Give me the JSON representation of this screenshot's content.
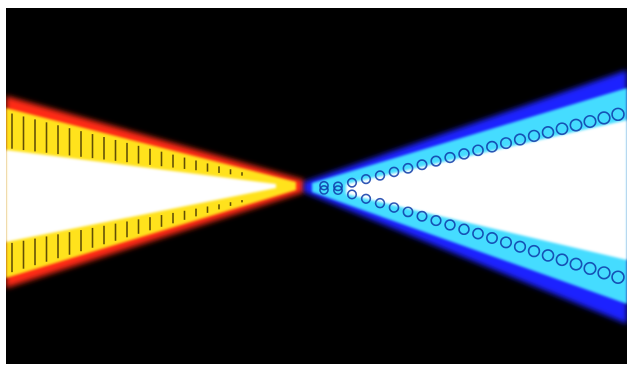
{
  "image": {
    "subject": "two-cone-light-beams",
    "background_color": "#000000",
    "frame_color": "#ffffff",
    "left_cone": {
      "core_color": "#ffffff",
      "band_color": "#ffe21a",
      "edge_color": "#ff2a14",
      "tick_color": "#3a2a00",
      "tick_style": "vertical-lines"
    },
    "right_cone": {
      "core_color": "#ffffff",
      "band_color": "#45dcff",
      "edge_color": "#1a24ff",
      "ring_color": "#0d3aa8",
      "ring_style": "small-circles"
    }
  }
}
